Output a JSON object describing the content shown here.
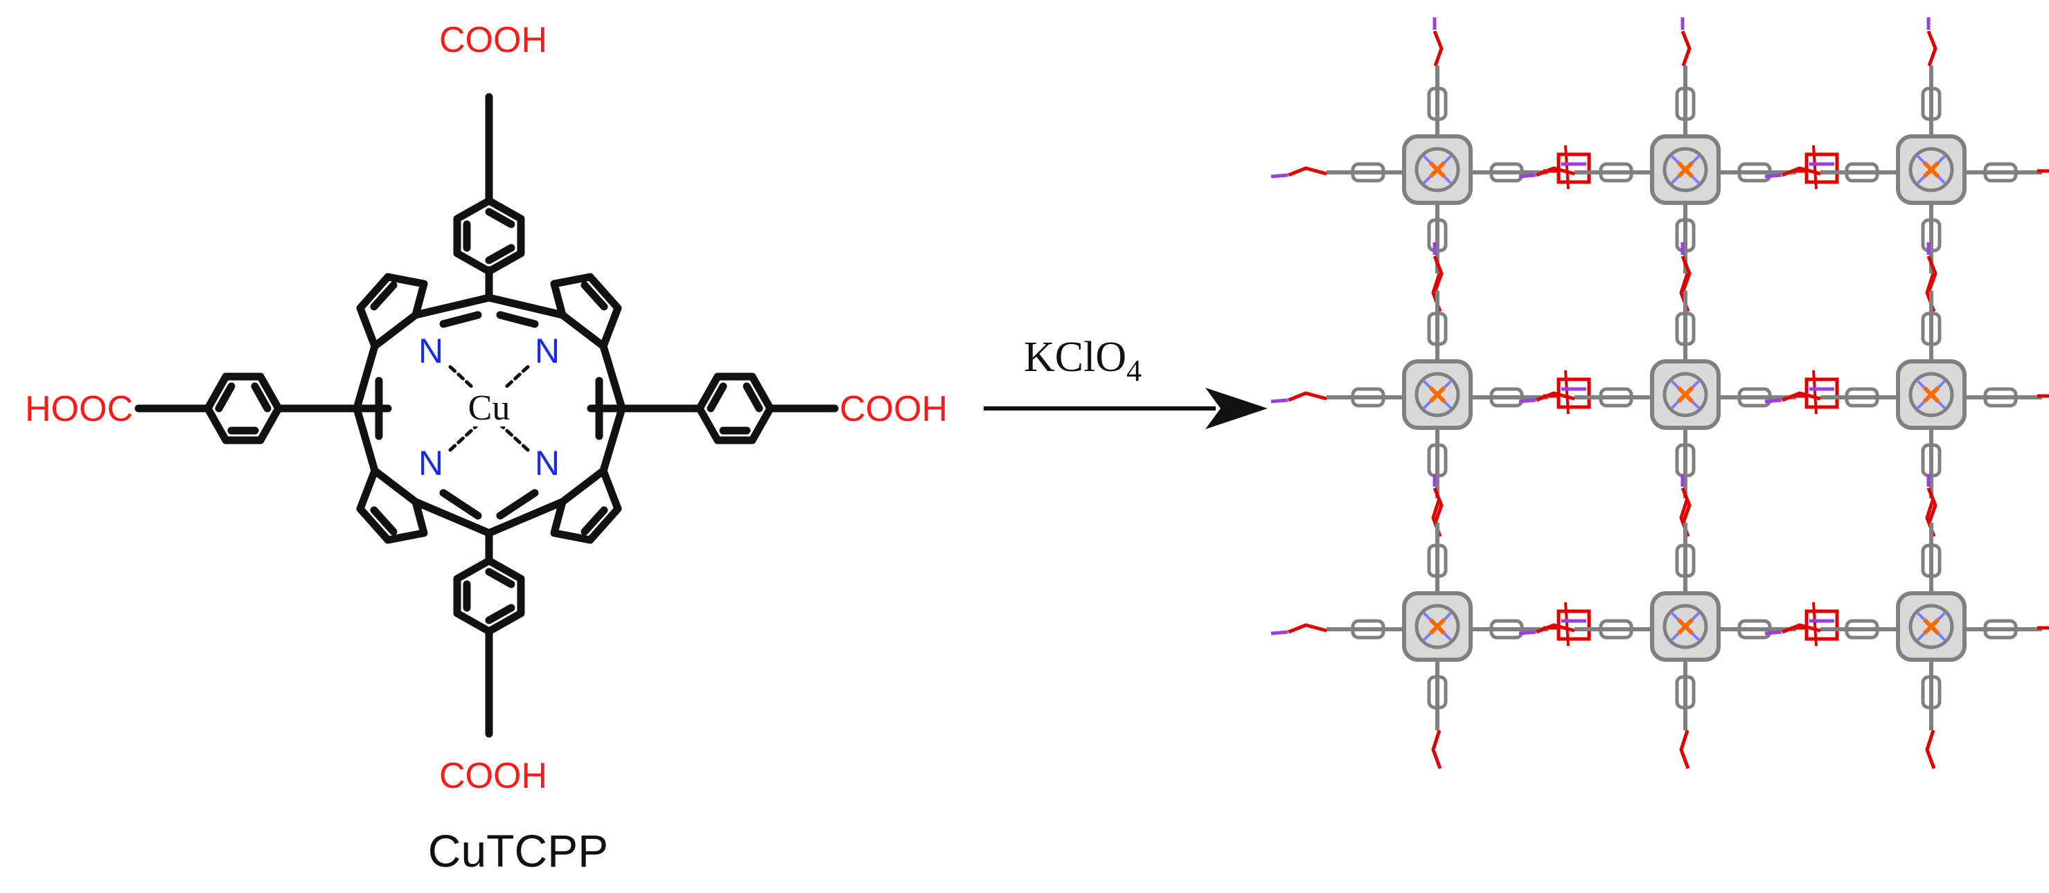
{
  "molecule": {
    "name": "CuTCPP",
    "metal": "Cu",
    "nitrogen": "N",
    "group_top": "COOH",
    "group_bottom": "COOH",
    "group_right": "COOH",
    "group_left": "HOOC",
    "bond_color": "#111111",
    "group_color": "#ff1a1a",
    "nitrogen_color": "#1a2be0"
  },
  "reaction": {
    "reagent": "KClO",
    "reagent_subscript": "4"
  },
  "framework": {
    "rows": 3,
    "cols": 3,
    "node_color": "#808080",
    "metal_color": "#ff6a00",
    "nitrogen_color": "#7b7bff",
    "oxygen_color": "#e00000",
    "potassium_color": "#9a3fe0"
  }
}
